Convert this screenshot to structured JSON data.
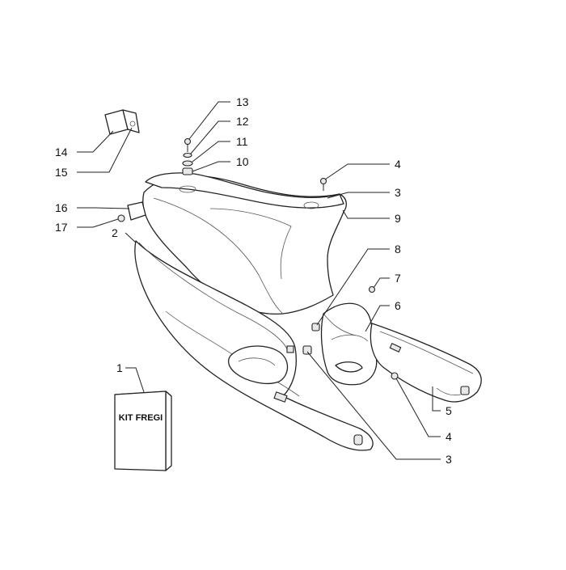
{
  "callouts": [
    {
      "id": "c13",
      "label": "13"
    },
    {
      "id": "c12",
      "label": "12"
    },
    {
      "id": "c11",
      "label": "11"
    },
    {
      "id": "c10",
      "label": "10"
    },
    {
      "id": "c14",
      "label": "14"
    },
    {
      "id": "c15",
      "label": "15"
    },
    {
      "id": "c16",
      "label": "16"
    },
    {
      "id": "c17",
      "label": "17"
    },
    {
      "id": "c2",
      "label": "2"
    },
    {
      "id": "c4a",
      "label": "4"
    },
    {
      "id": "c3a",
      "label": "3"
    },
    {
      "id": "c9",
      "label": "9"
    },
    {
      "id": "c8",
      "label": "8"
    },
    {
      "id": "c7",
      "label": "7"
    },
    {
      "id": "c6",
      "label": "6"
    },
    {
      "id": "c5",
      "label": "5"
    },
    {
      "id": "c4b",
      "label": "4"
    },
    {
      "id": "c3b",
      "label": "3"
    },
    {
      "id": "c1",
      "label": "1"
    }
  ],
  "kit_box": {
    "label": "KIT FREGI"
  }
}
